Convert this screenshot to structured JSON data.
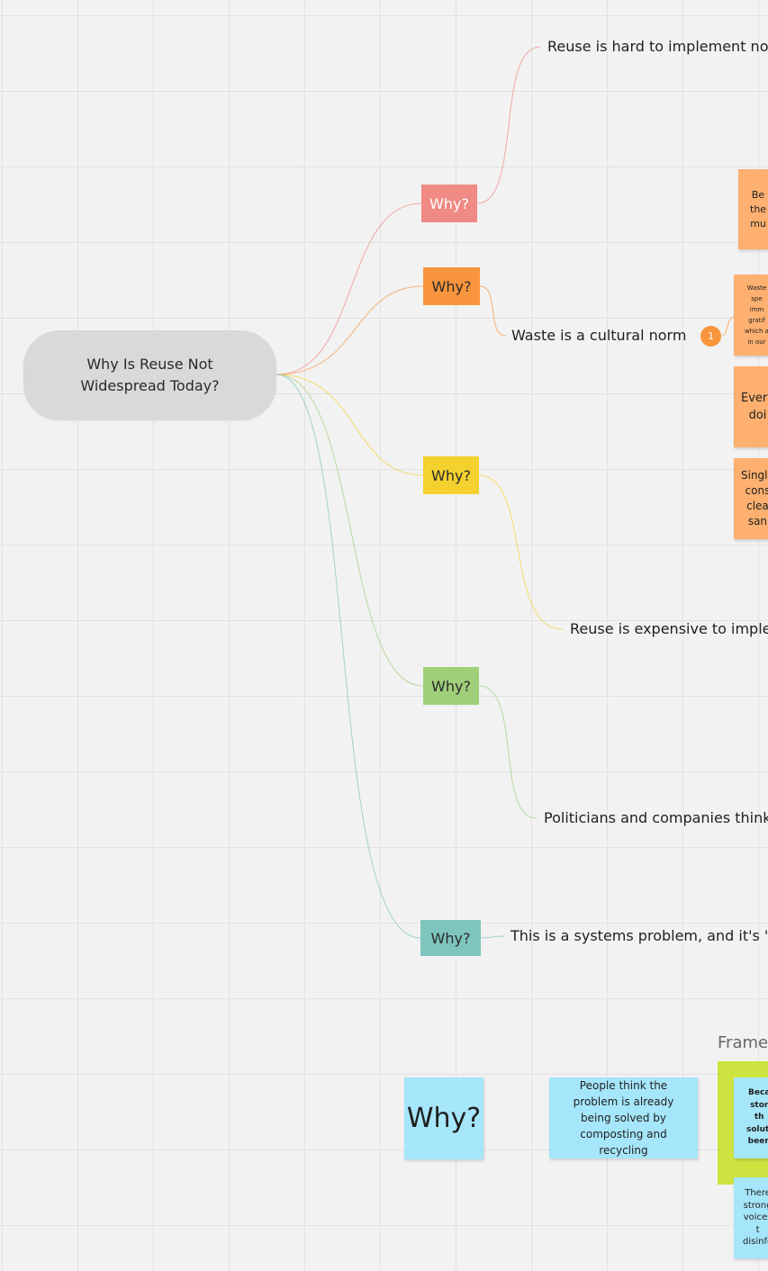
{
  "root": {
    "label": "Why Is Reuse Not Widespread Today?"
  },
  "why_nodes": [
    {
      "label": "Why?",
      "color": "#f08a84"
    },
    {
      "label": "Why?",
      "color": "#f9953c"
    },
    {
      "label": "Why?",
      "color": "#f4d12f"
    },
    {
      "label": "Why?",
      "color": "#a0cf7a"
    },
    {
      "label": "Why?",
      "color": "#7ec5bd"
    }
  ],
  "answers": [
    "Reuse is hard to implement now",
    "Waste is a cultural norm",
    "Reuse is expensive to implem",
    "Politicians and companies think",
    "This is a systems problem, and it's 'no"
  ],
  "badge": {
    "count": "1",
    "color": "#f9953c"
  },
  "orange_stickies": [
    {
      "lines": [
        "Be",
        "the",
        "mu"
      ]
    },
    {
      "lines": [
        "Waste",
        "spe",
        "imm",
        "gratif",
        "which a",
        "in our"
      ]
    },
    {
      "lines": [
        "Every",
        "doi"
      ]
    },
    {
      "lines": [
        "Single",
        "cons",
        "clea",
        "san"
      ]
    }
  ],
  "blue_stickies": [
    {
      "text": "Why?"
    },
    {
      "text": "People think the problem is already being solved by composting and recycling"
    },
    {
      "lines": [
        "Beca",
        "stor",
        "th",
        "soluti",
        "been"
      ]
    },
    {
      "lines": [
        "There",
        "strong",
        "voices",
        "t",
        "disinfo"
      ]
    }
  ],
  "frame": {
    "title": "Frame",
    "color": "#cde33f"
  },
  "colors": {
    "canvas": "#f2f2f2",
    "grid": "#e2e2e2",
    "root": "#d9d9d9",
    "orange_sticky": "#fdb06f",
    "blue_sticky": "#a6e6fa"
  }
}
